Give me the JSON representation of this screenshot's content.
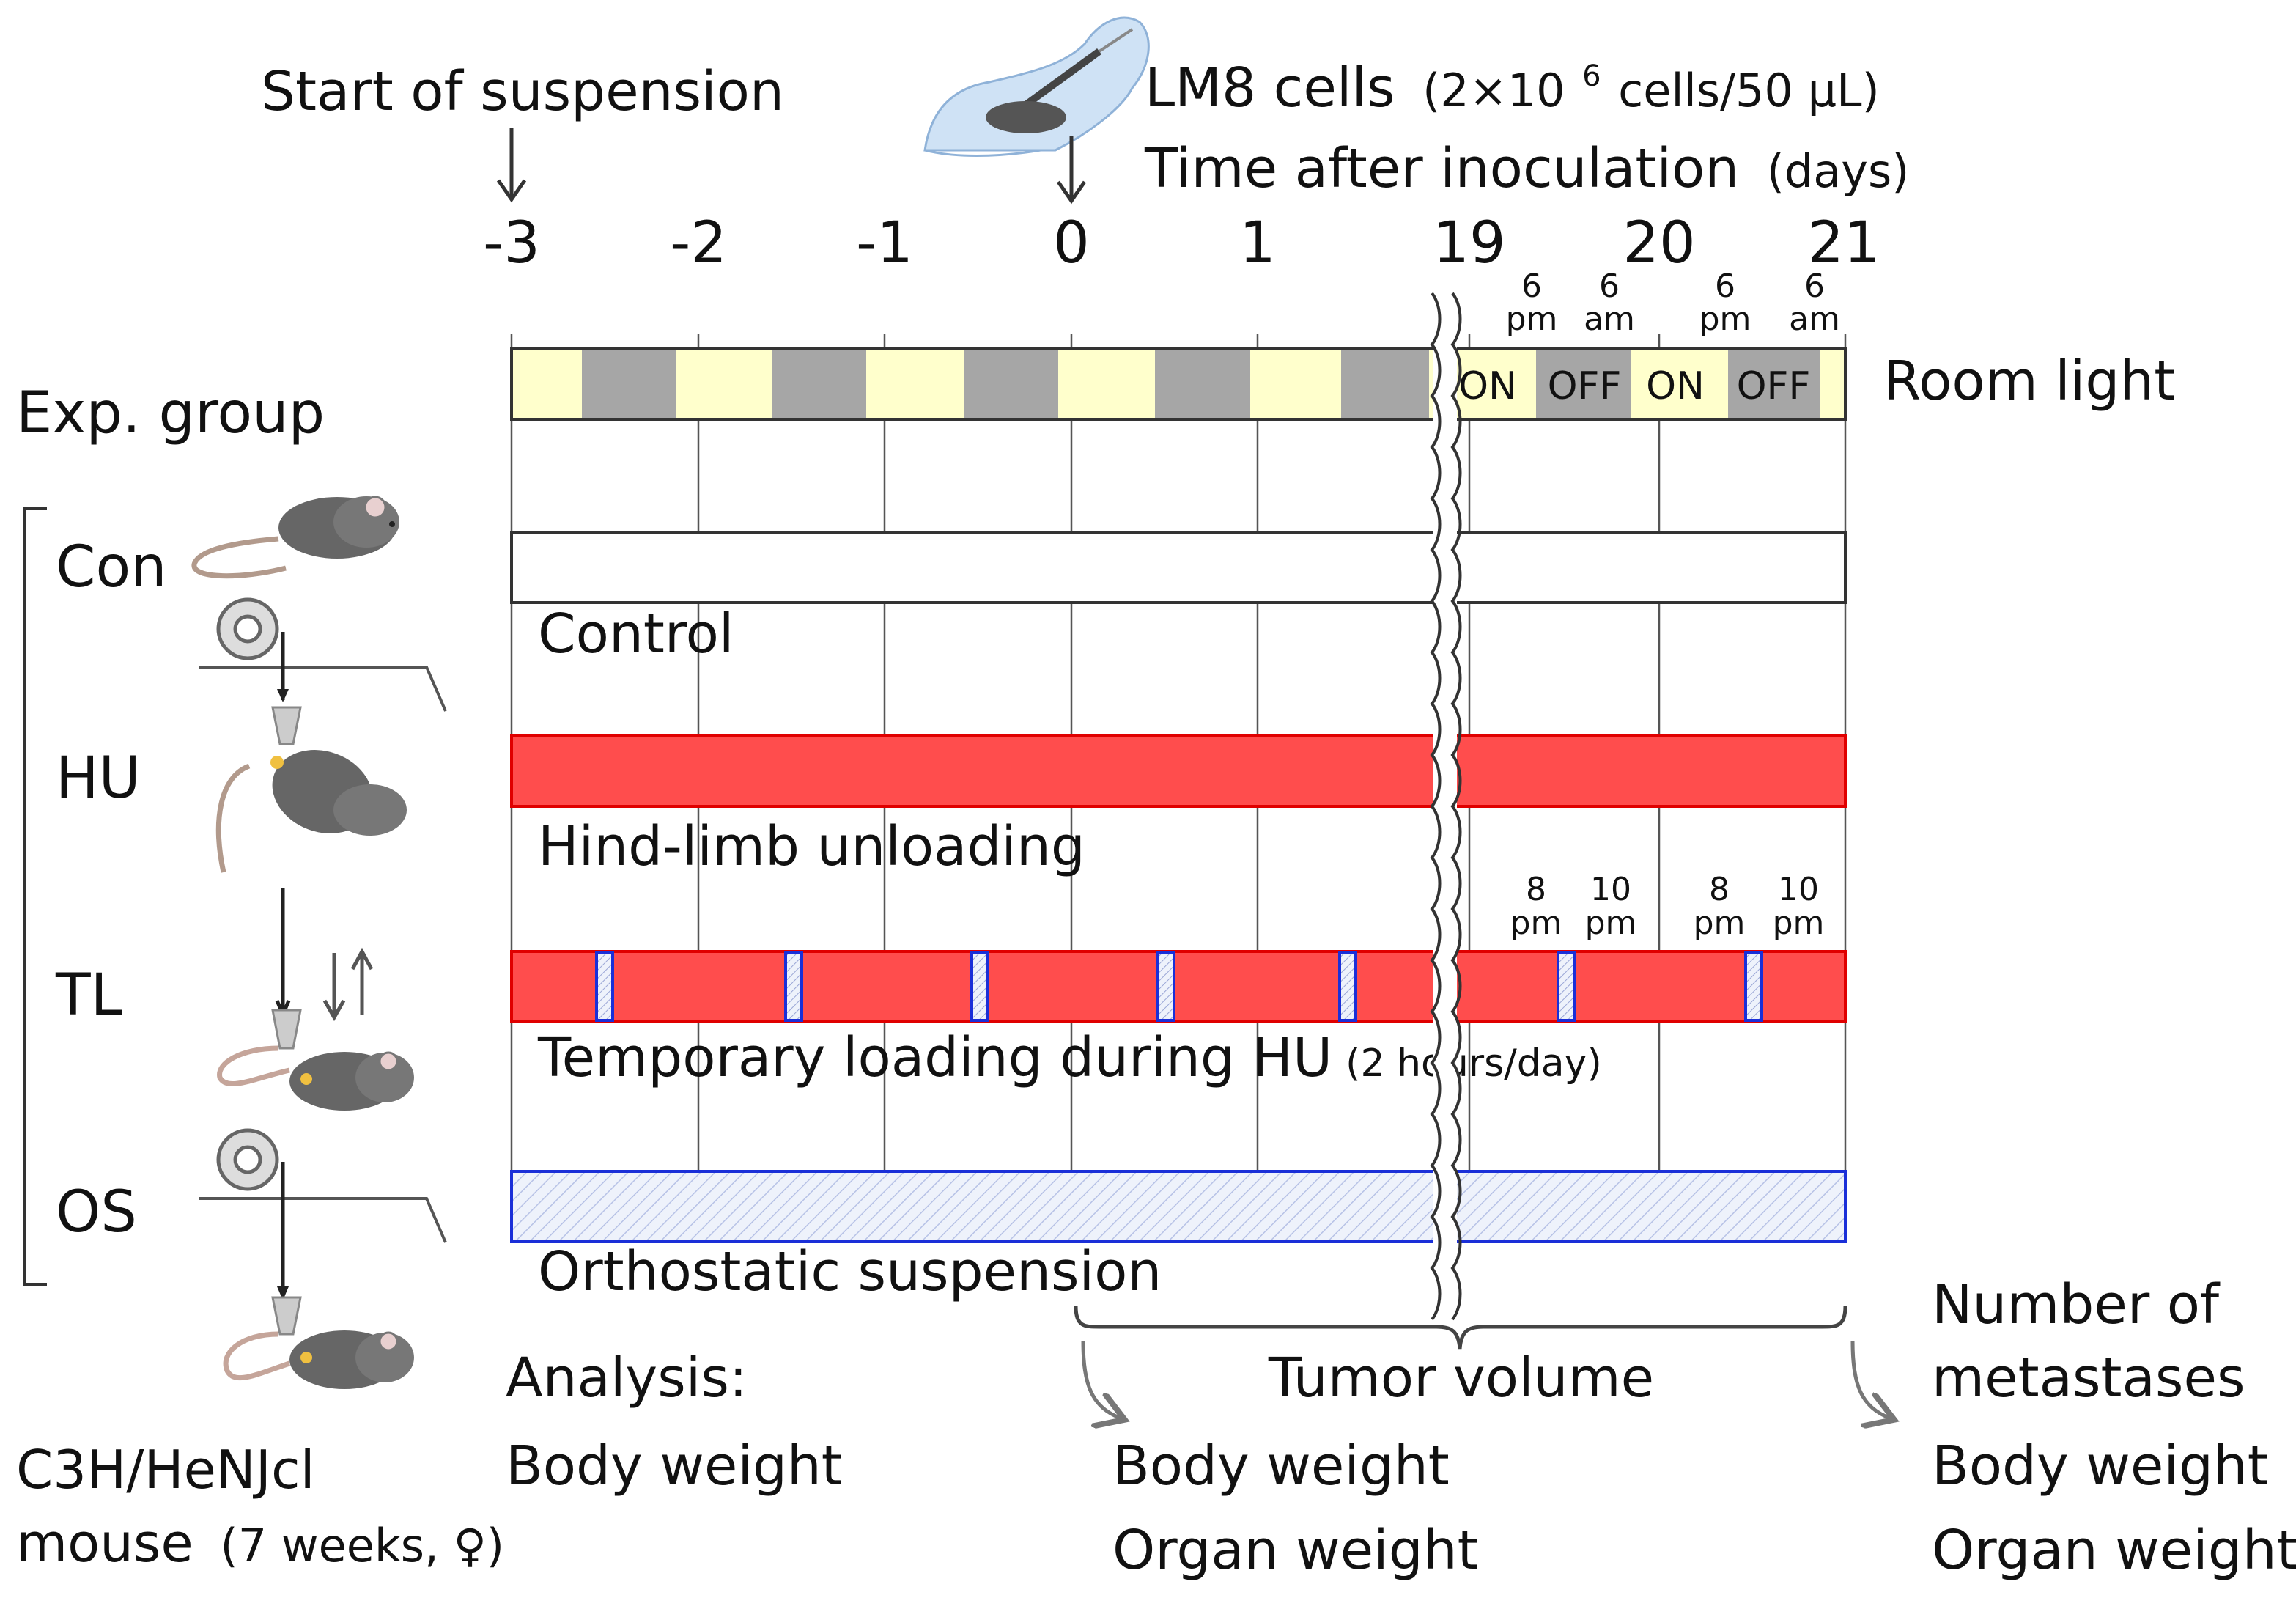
{
  "header": {
    "start_label": "Start of suspension",
    "cells_label": "LM8 cells",
    "cells_detail_prefix": "(2×10",
    "cells_detail_exp": "6",
    "cells_detail_suffix": " cells/50 μL)",
    "time_label": "Time after inoculation",
    "time_unit": "(days)"
  },
  "day_ticks": [
    "-3",
    "-2",
    "-1",
    "0",
    "1",
    "19",
    "20",
    "21"
  ],
  "light_times": [
    {
      "num": "6",
      "unit": "pm"
    },
    {
      "num": "6",
      "unit": "am"
    },
    {
      "num": "6",
      "unit": "pm"
    },
    {
      "num": "6",
      "unit": "am"
    }
  ],
  "light_states": [
    "ON",
    "OFF",
    "ON",
    "OFF"
  ],
  "room_light_label": "Room light",
  "exp_group_label": "Exp. group",
  "groups": [
    {
      "abbr": "Con",
      "name": "Control",
      "color": "#ffffff",
      "border": "#333333"
    },
    {
      "abbr": "HU",
      "name": "Hind-limb unloading",
      "color": "#ff4d4d",
      "border": "#e00000"
    },
    {
      "abbr": "TL",
      "name": "Temporary loading during HU",
      "note": "(2 hours/day)",
      "color": "#ff4d4d",
      "border": "#e00000"
    },
    {
      "abbr": "OS",
      "name": "Orthostatic suspension",
      "color": "#eef2fb",
      "border": "#1a2fd8"
    }
  ],
  "tl_times": [
    {
      "num": "8",
      "unit": "pm"
    },
    {
      "num": "10",
      "unit": "pm"
    },
    {
      "num": "8",
      "unit": "pm"
    },
    {
      "num": "10",
      "unit": "pm"
    }
  ],
  "colors": {
    "light_on": "#ffffcc",
    "light_off": "#a6a6a6",
    "hu_red": "#ff4d4d",
    "os_blue": "#1a2fd8",
    "loading_fill": "#e3e8f8"
  },
  "analysis": {
    "label": "Analysis:",
    "start_item": "Body weight",
    "tumor_volume": "Tumor volume",
    "mid_items": [
      "Body weight",
      "Organ weight"
    ],
    "end_items": [
      "Number of",
      "metastases",
      "Body weight",
      "Organ weight"
    ]
  },
  "mouse_strain": {
    "line1": "C3H/HeNJcl",
    "line2_prefix": "mouse",
    "line2_detail": "(7 weeks, ♀)"
  }
}
